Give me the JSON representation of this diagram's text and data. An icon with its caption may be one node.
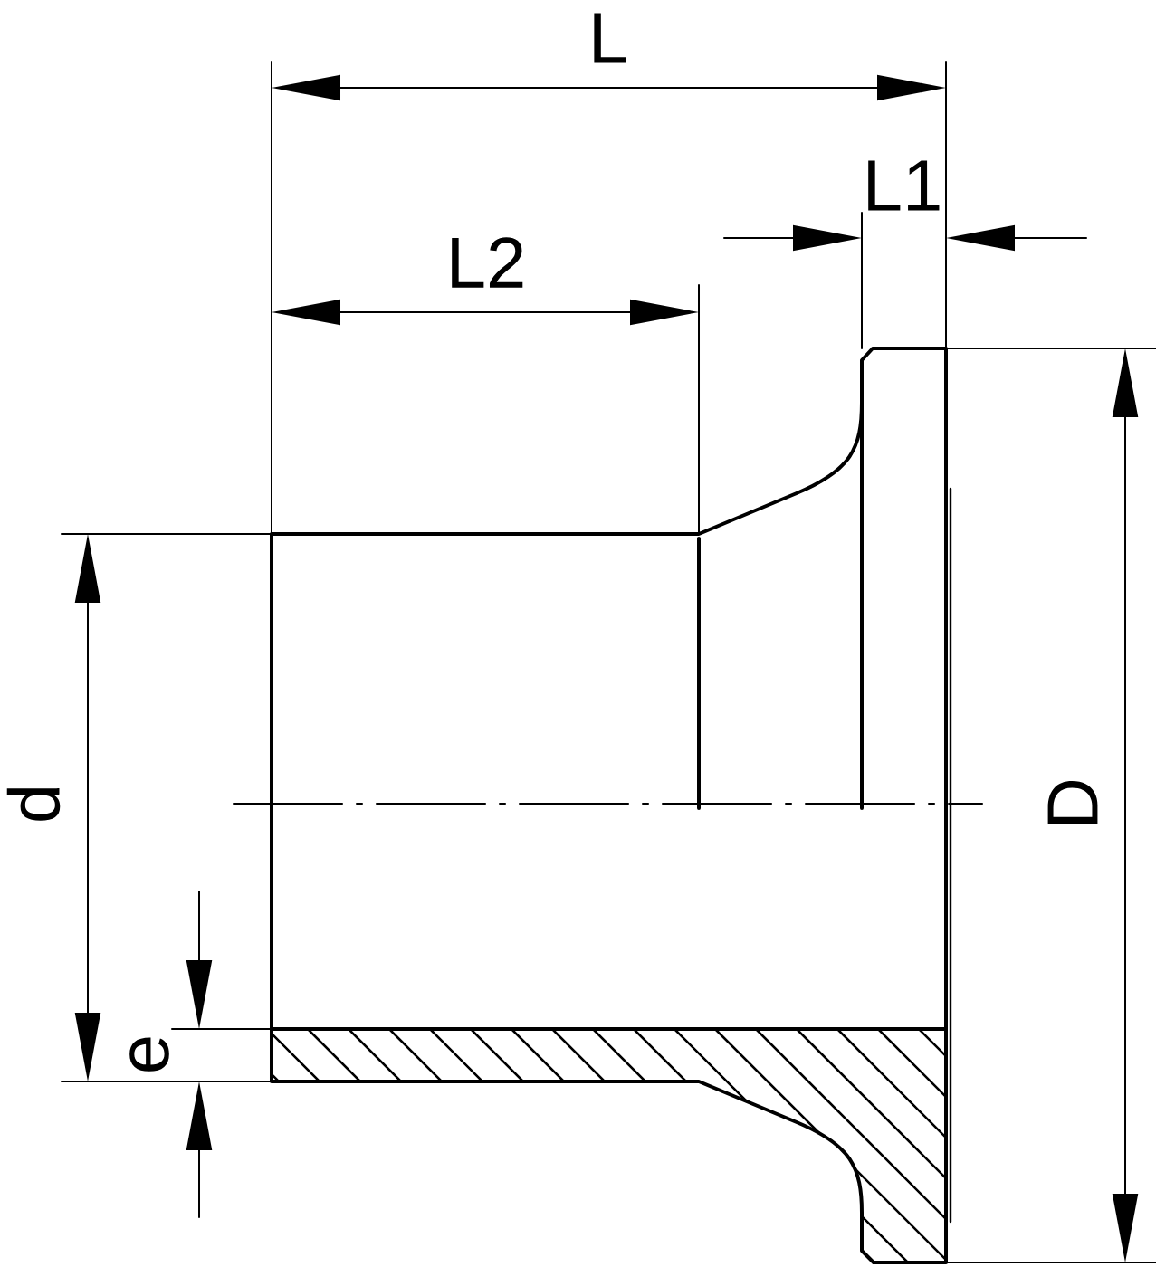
{
  "diagram": {
    "labels": [
      "L",
      "L1",
      "L2",
      "d",
      "D",
      "e"
    ]
  }
}
